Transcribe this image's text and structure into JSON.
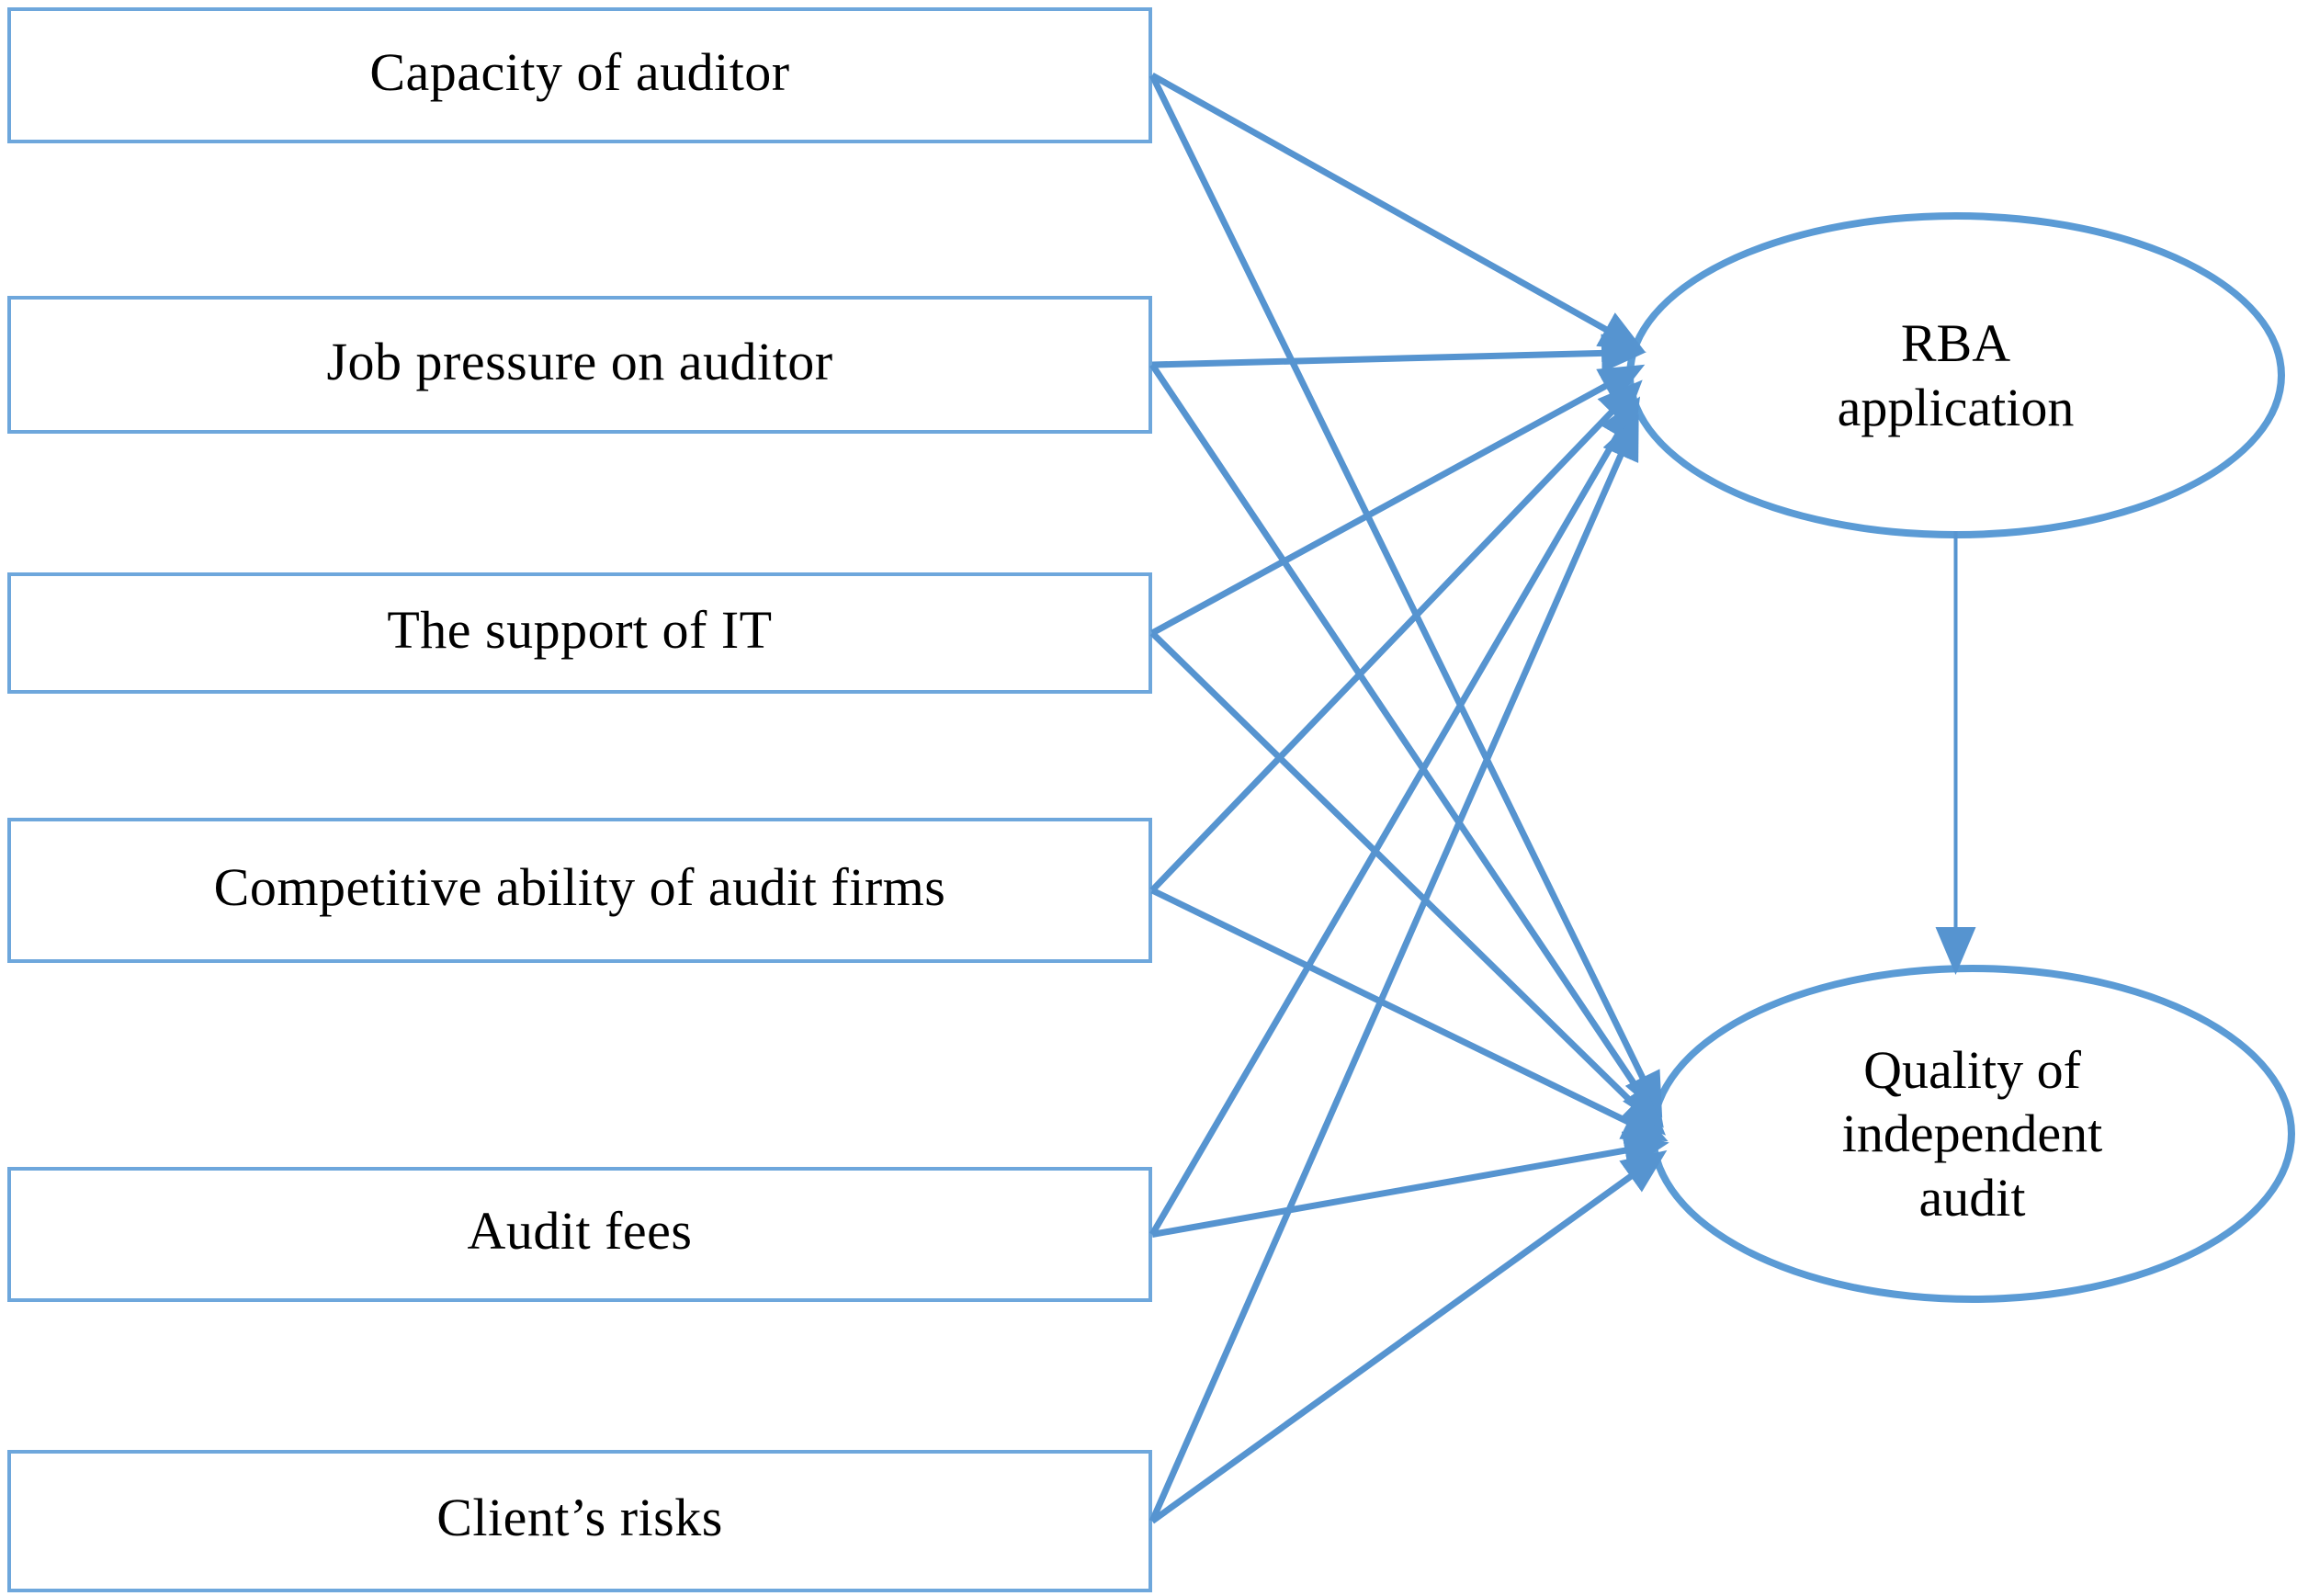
{
  "diagram": {
    "factors": [
      {
        "id": "capacity-of-auditor",
        "label": "Capacity of auditor"
      },
      {
        "id": "job-pressure-on-auditor",
        "label": "Job pressure on auditor"
      },
      {
        "id": "the-support-of-it",
        "label": "The support of IT"
      },
      {
        "id": "competitive-ability-of-audit-firms",
        "label": "Competitive ability of audit firms"
      },
      {
        "id": "audit-fees",
        "label": "Audit fees"
      },
      {
        "id": "clients-risks",
        "label": "Client’s risks"
      }
    ],
    "latent_constructs": [
      {
        "id": "rba-application",
        "label": "RBA\napplication"
      },
      {
        "id": "quality-of-independent-audit",
        "label": "Quality of\nindependent\naudit"
      }
    ],
    "edges": [
      {
        "from": "capacity-of-auditor",
        "to": "rba-application"
      },
      {
        "from": "job-pressure-on-auditor",
        "to": "rba-application"
      },
      {
        "from": "the-support-of-it",
        "to": "rba-application"
      },
      {
        "from": "competitive-ability-of-audit-firms",
        "to": "rba-application"
      },
      {
        "from": "audit-fees",
        "to": "rba-application"
      },
      {
        "from": "clients-risks",
        "to": "rba-application"
      },
      {
        "from": "capacity-of-auditor",
        "to": "quality-of-independent-audit"
      },
      {
        "from": "job-pressure-on-auditor",
        "to": "quality-of-independent-audit"
      },
      {
        "from": "the-support-of-it",
        "to": "quality-of-independent-audit"
      },
      {
        "from": "competitive-ability-of-audit-firms",
        "to": "quality-of-independent-audit"
      },
      {
        "from": "audit-fees",
        "to": "quality-of-independent-audit"
      },
      {
        "from": "clients-risks",
        "to": "quality-of-independent-audit"
      },
      {
        "from": "rba-application",
        "to": "quality-of-independent-audit"
      }
    ],
    "colors": {
      "connector": "#5694d0",
      "box_border": "#6ea7dc",
      "ellipse_border": "#5b9bd5",
      "text": "#000000",
      "background": "#ffffff"
    }
  }
}
